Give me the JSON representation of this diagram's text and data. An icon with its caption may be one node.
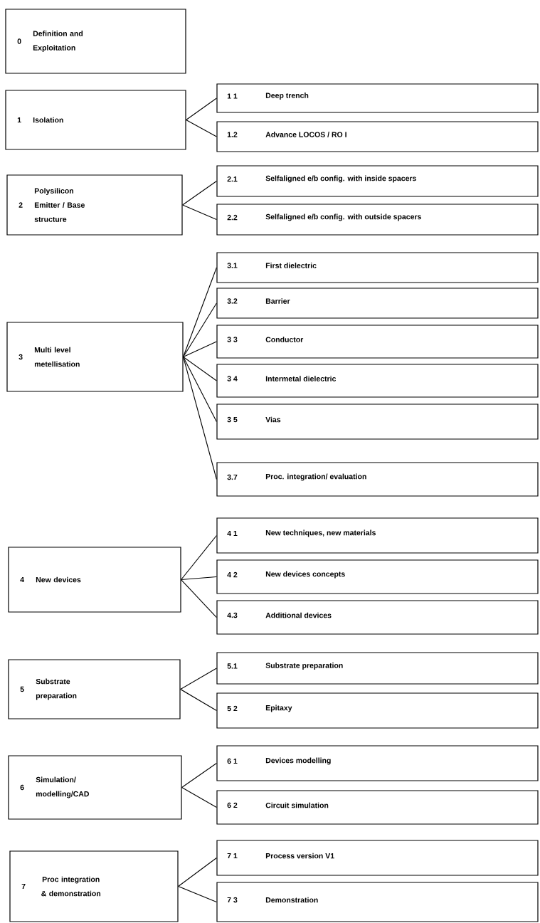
{
  "diagram": {
    "nodes": [
      {
        "text": [
          "0",
          "Definition and Exploitation"
        ]
      },
      {
        "text": [
          "1",
          "Isolation"
        ]
      },
      {
        "text": [
          "1 1",
          "Deep trench"
        ]
      },
      {
        "text": [
          "1.2",
          "Advance LOCOS / RO I"
        ]
      },
      {
        "text": [
          "2",
          "Polysilicon Emitter / Base structure"
        ]
      },
      {
        "text": [
          "2.1",
          "Selfaligned e/b config. with inside spacers"
        ]
      },
      {
        "text": [
          "2.2",
          "Selfaligned e/b config. with outside spacers"
        ]
      },
      {
        "text": [
          "3",
          "Multi level metellisation"
        ]
      },
      {
        "text": [
          "3.1",
          "First dielectric"
        ]
      },
      {
        "text": [
          "3.2",
          "Barrier"
        ]
      },
      {
        "text": [
          "3 3",
          "Conductor"
        ]
      },
      {
        "text": [
          "3 4",
          "Intermetal dielectric"
        ]
      },
      {
        "text": [
          "3 5",
          "Vias"
        ]
      },
      {
        "text": [
          "3.7",
          "Proc. integration/ evaluation"
        ]
      },
      {
        "text": [
          "4",
          "New devices"
        ]
      },
      {
        "text": [
          "4 1",
          "New techniques, new materials"
        ]
      },
      {
        "text": [
          "4 2",
          "New devices concepts"
        ]
      },
      {
        "text": [
          "4.3",
          "Additional devices"
        ]
      },
      {
        "text": [
          "5",
          "Substrate preparation"
        ]
      },
      {
        "text": [
          "5.1",
          "Substrate preparation"
        ]
      },
      {
        "text": [
          "5 2",
          "Epitaxy"
        ]
      },
      {
        "text": [
          "6",
          "Simulation/ modelling/CAD"
        ]
      },
      {
        "text": [
          "6 1",
          "Devices modelling"
        ]
      },
      {
        "text": [
          "6 2",
          "Circuit simulation"
        ]
      },
      {
        "text": [
          "7",
          "Proc integration & demonstration"
        ]
      },
      {
        "text": [
          "7 1",
          "Process version V1"
        ]
      },
      {
        "text": [
          "7 3",
          "Demonstration"
        ]
      }
    ],
    "edges": [
      {
        "from": 1,
        "to": 2,
        "arrow": "none"
      },
      {
        "from": 1,
        "to": 3,
        "arrow": "none"
      },
      {
        "from": 4,
        "to": 5,
        "arrow": "none"
      },
      {
        "from": 4,
        "to": 6,
        "arrow": "none"
      },
      {
        "from": 7,
        "to": 8,
        "arrow": "none"
      },
      {
        "from": 7,
        "to": 9,
        "arrow": "none"
      },
      {
        "from": 7,
        "to": 10,
        "arrow": "none"
      },
      {
        "from": 7,
        "to": 11,
        "arrow": "none"
      },
      {
        "from": 7,
        "to": 12,
        "arrow": "none"
      },
      {
        "from": 7,
        "to": 13,
        "arrow": "none"
      },
      {
        "from": 14,
        "to": 15,
        "arrow": "none"
      },
      {
        "from": 14,
        "to": 16,
        "arrow": "none"
      },
      {
        "from": 14,
        "to": 17,
        "arrow": "none"
      },
      {
        "from": 18,
        "to": 19,
        "arrow": "none"
      },
      {
        "from": 18,
        "to": 20,
        "arrow": "none"
      },
      {
        "from": 21,
        "to": 22,
        "arrow": "none"
      },
      {
        "from": 21,
        "to": 23,
        "arrow": "none"
      },
      {
        "from": 24,
        "to": 25,
        "arrow": "none"
      },
      {
        "from": 24,
        "to": 26,
        "arrow": "none"
      }
    ]
  }
}
